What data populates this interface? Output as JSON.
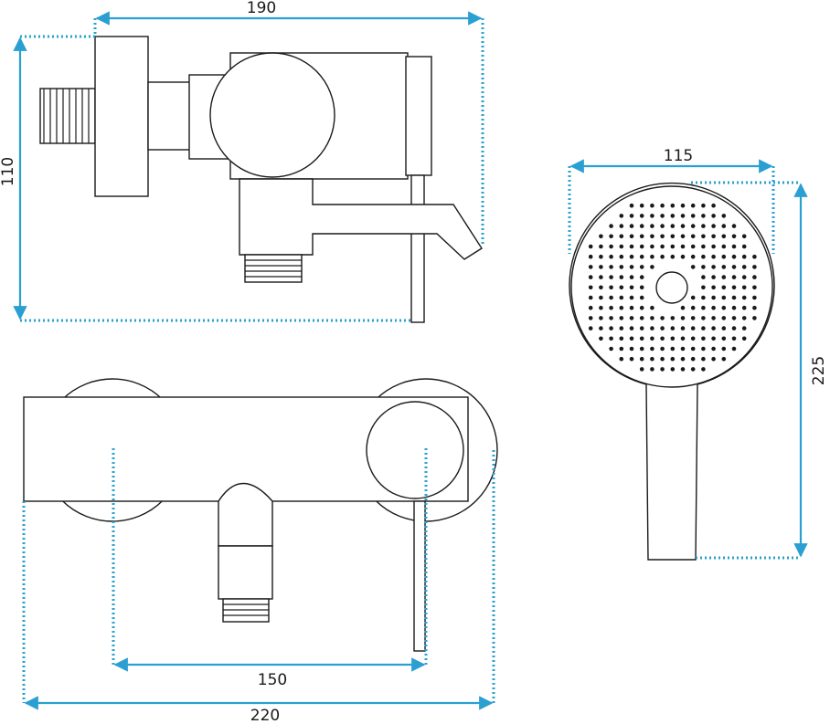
{
  "dimensions": {
    "top_width": "190",
    "top_height": "110",
    "front_inner": "150",
    "front_total": "220",
    "head_diameter": "115",
    "shower_length": "225"
  },
  "colors": {
    "dimension_line": "#2a9fd1",
    "outline": "#1a1a1a"
  }
}
